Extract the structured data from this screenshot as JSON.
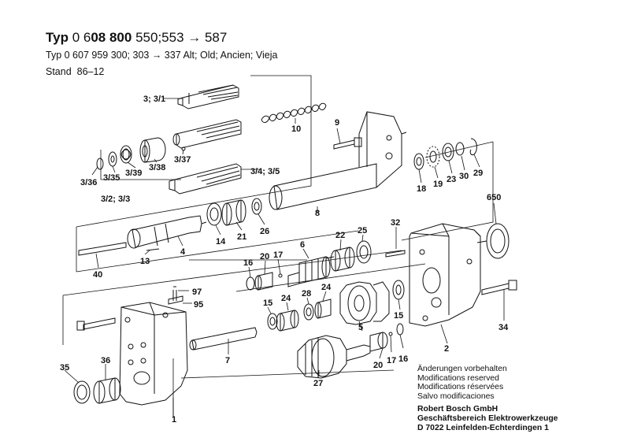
{
  "header": {
    "type_prefix": "Typ",
    "type_code_a": "0 6",
    "type_code_b": "08 800",
    "type_variants": "550;553 → 587",
    "alt_type_line": "Typ 0 607 959 300; 303 → 337  Alt; Old; Ancien; Vieja",
    "stand_label": "Stand",
    "stand_value": "86–12"
  },
  "notes": {
    "line1": "Änderungen vorbehalten",
    "line2": "Modifications reserved",
    "line3": "Modifications réservées",
    "line4": "Salvo modificaciones",
    "company": "Robert Bosch GmbH",
    "division": "Geschäftsbereich Elektrowerkzeuge",
    "address": "D 7022 Leinfelden-Echterdingen 1"
  },
  "parts": {
    "p3_31": "3; 3/1",
    "p10": "10",
    "p9": "9",
    "p3_36": "3/36",
    "p3_35": "3/35",
    "p3_39": "3/39",
    "p3_38": "3/38",
    "p3_37": "3/37",
    "p3_2_3_3": "3/2; 3/3",
    "p3_4_3_5": "3/4; 3/5",
    "p18": "18",
    "p19": "19",
    "p23": "23",
    "p30": "30",
    "p29": "29",
    "p650": "650",
    "p8": "8",
    "p14": "14",
    "p21": "21",
    "p26": "26",
    "p4": "4",
    "p13": "13",
    "p40": "40",
    "p32": "32",
    "p6": "6",
    "p22": "22",
    "p25": "25",
    "p16a": "16",
    "p20a": "20",
    "p17a": "17",
    "p97": "97",
    "p95": "95",
    "p15a": "15",
    "p24a": "24",
    "p28": "28",
    "p24b": "24",
    "p15b": "15",
    "p34": "34",
    "p5": "5",
    "p7": "7",
    "p2": "2",
    "p20b": "20",
    "p17b": "17",
    "p16b": "16",
    "p35": "35",
    "p36": "36",
    "p27": "27",
    "p1": "1"
  }
}
